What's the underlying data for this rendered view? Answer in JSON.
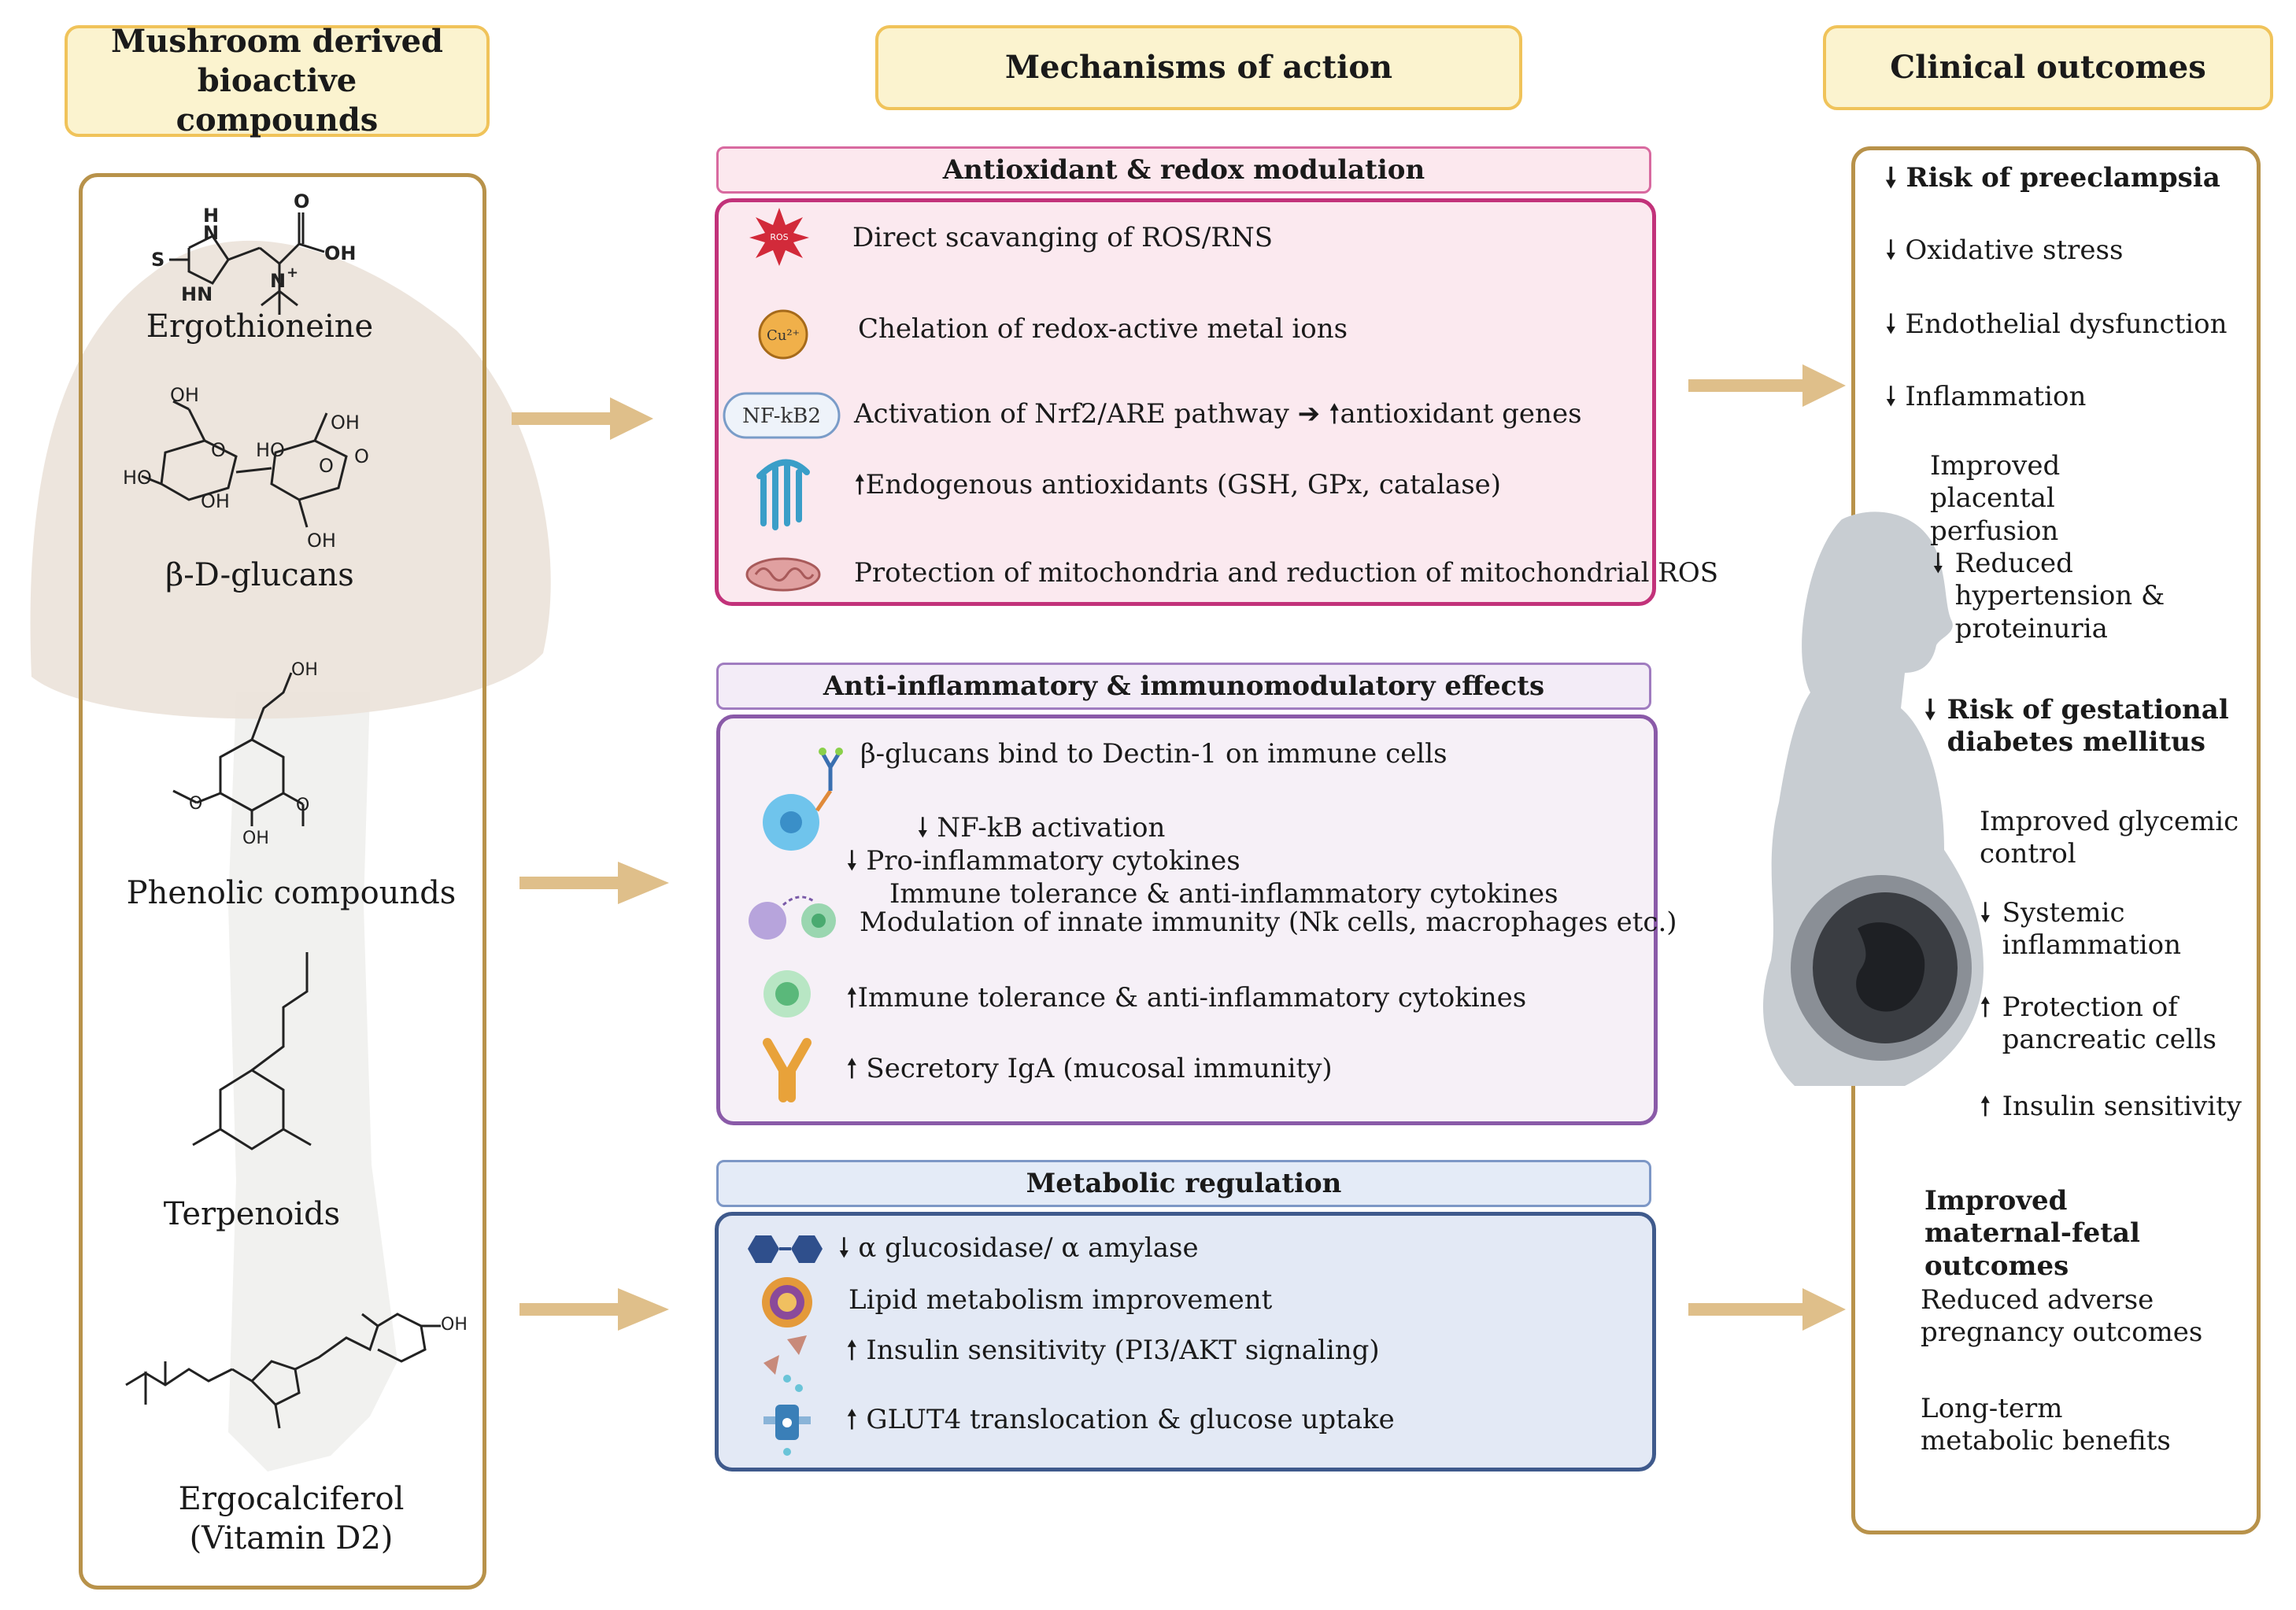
{
  "headers": {
    "compounds": "Mushroom derived bioactive compounds",
    "mechanisms": "Mechanisms of action",
    "outcomes": "Clinical outcomes"
  },
  "compounds": [
    {
      "label": "Ergothioneine"
    },
    {
      "label": "β-D-glucans"
    },
    {
      "label": "Phenolic compounds"
    },
    {
      "label": "Terpenoids"
    },
    {
      "label": "Ergocalciferol (Vitamin D2)"
    }
  ],
  "structure_atoms": {
    "ergo": [
      "O",
      "OH",
      "H",
      "N",
      "S",
      "HN",
      "N",
      "+"
    ],
    "glucan": [
      "OH",
      "HO",
      "O",
      "OH",
      "HO",
      "OH",
      "O",
      "O",
      "OH"
    ],
    "phenolic": [
      "OH",
      "O",
      "OH",
      "O"
    ],
    "vitd": [
      "OH"
    ]
  },
  "antioxidant": {
    "title": "Antioxidant & redox modulation",
    "items": [
      "Direct scavanging of ROS/RNS",
      "Chelation of redox-active metal ions",
      "Activation of Nrf2/ARE pathway",
      "antioxidant genes",
      "Endogenous antioxidants (GSH, GPx, catalase)",
      "Protection of mitochondria and reduction of mitochondrial ROS"
    ],
    "icon_labels": [
      "ROS",
      "Cu²⁺",
      "NF-kB2"
    ],
    "color": "#c2327a"
  },
  "inflammatory": {
    "title": "Anti-inflammatory & immunomodulatory effects",
    "items": [
      "β-glucans bind to Dectin-1 on immune cells",
      "NF-kB activation",
      "Pro-inflammatory cytokines",
      "Immune tolerance & anti-inflammatory cytokines",
      "Modulation of innate immunity (Nk cells, macrophages etc.)",
      "Immune tolerance & anti-inflammatory cytokines",
      "Secretory IgA (mucosal immunity)"
    ],
    "color": "#8a5aa8"
  },
  "metabolic": {
    "title": "Metabolic regulation",
    "items": [
      "α glucosidase/ α amylase",
      "Lipid metabolism improvement",
      "Insulin sensitivity (PI3/AKT signaling)",
      "GLUT4 translocation & glucose uptake"
    ],
    "color": "#3f5a8c"
  },
  "outcomes": {
    "preeclampsia": "Risk of preeclampsia",
    "oxidative": "Oxidative stress",
    "endothelial": "Endothelial dysfunction",
    "inflammation": "Inflammation",
    "placental": "Improved placental perfusion",
    "hypertension": "Reduced hypertension & proteinuria",
    "gdm": "Risk of gestational diabetes mellitus",
    "glycemic": "Improved glycemic control",
    "systemic": "Systemic inflammation",
    "pancreatic": "Protection of pancreatic cells",
    "insulin": "Insulin sensitivity",
    "maternal": "Improved maternal-fetal outcomes",
    "adverse": "Reduced adverse pregnancy outcomes",
    "longterm": "Long-term metabolic benefits"
  },
  "colors": {
    "header_fill": "#fbf3cf",
    "header_border": "#f0c35a",
    "frame_border": "#b8924a",
    "arrow": "#d9b57a"
  }
}
